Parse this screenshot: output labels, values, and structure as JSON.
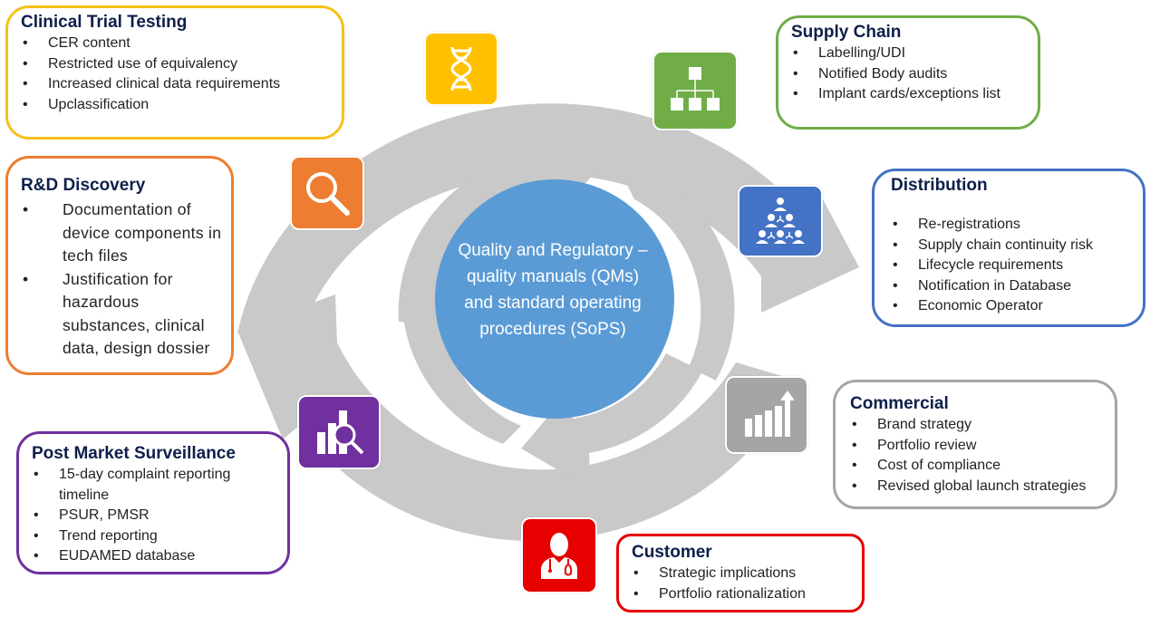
{
  "center": {
    "title": "Quality and Regulatory – quality manuals (QMs) and standard operating procedures (SoPS)",
    "color": "#5b9bd5"
  },
  "cycle_color": "#c9c9c9",
  "sections": {
    "clinical": {
      "title": "Clinical Trial Testing",
      "color": "#f5c11a",
      "icon": "dna-icon",
      "items": [
        "CER content",
        "Restricted use of equivalency",
        "Increased clinical data requirements",
        "Upclassification"
      ]
    },
    "supply": {
      "title": "Supply Chain",
      "color": "#70ad47",
      "icon": "org-chart-icon",
      "items": [
        "Labelling/UDI",
        "Notified Body audits",
        "Implant cards/exceptions list"
      ]
    },
    "distribution": {
      "title": "Distribution",
      "color": "#4472c4",
      "icon": "people-network-icon",
      "items": [
        "Re-registrations",
        "Supply chain continuity risk",
        "Lifecycle requirements",
        "Notification in Database",
        "Economic Operator"
      ]
    },
    "commercial": {
      "title": "Commercial",
      "color": "#a5a5a5",
      "icon": "growth-chart-icon",
      "items": [
        "Brand strategy",
        "Portfolio review",
        "Cost of compliance",
        "Revised global launch strategies"
      ]
    },
    "customer": {
      "title": "Customer",
      "color": "#e60000",
      "icon": "doctor-icon",
      "items": [
        "Strategic implications",
        "Portfolio rationalization"
      ]
    },
    "pms": {
      "title": "Post Market Surveillance",
      "color": "#7030a0",
      "icon": "chart-search-icon",
      "items": [
        "15-day complaint reporting timeline",
        "PSUR, PMSR",
        "Trend reporting",
        "EUDAMED database"
      ]
    },
    "rnd": {
      "title": "R&D Discovery",
      "color": "#ed7d31",
      "icon": "magnifier-icon",
      "items": [
        "Documentation of device components in tech files",
        "Justification for hazardous substances, clinical data, design dossier"
      ]
    }
  }
}
